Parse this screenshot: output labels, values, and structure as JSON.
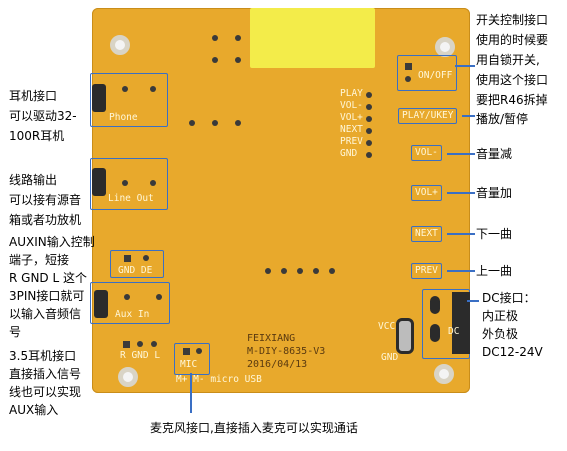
{
  "left": {
    "phone_note": [
      "耳机接口",
      "可以驱动32-",
      "100R耳机"
    ],
    "line_note": [
      "线路输出",
      "可以接有源音",
      "箱或者功放机"
    ],
    "aux_note": [
      "AUXIN输入控制",
      "端子，短接",
      "R GND L 这个",
      "3PIN接口就可",
      "以输入音频信",
      "号"
    ],
    "jack_note": [
      "3.5耳机接口",
      "直接插入信号",
      "线也可以实现",
      "AUX输入"
    ]
  },
  "right": {
    "onoff_note": [
      "开关控制接口",
      "使用的时候要",
      "用自锁开关,",
      "使用这个接口",
      "要把R46拆掉"
    ],
    "play_note": "播放/暂停",
    "vol_minus_note": "音量减",
    "vol_plus_note": "音量加",
    "next_note": "下一曲",
    "prev_note": "上一曲",
    "dc_note": [
      "DC接口：",
      "内正极",
      "外负极",
      "DC12-24V"
    ]
  },
  "bottom_note": "麦克风接口,直接插入麦克可以实现通话",
  "board": {
    "phone": "Phone",
    "line_out": "Line Out",
    "gnd_de": "GND DE",
    "aux_in": "Aux In",
    "rgndl": "R GND L",
    "mic": "MIC",
    "usb": "M+ M- micro USB",
    "feixiang": "FEIXIANG",
    "model": "M-DIY-8635-V3",
    "date": "2016/04/13",
    "vcc": "VCC",
    "gnd": "GND",
    "dc": "DC",
    "on_off": "ON/OFF",
    "play_unkey": "PLAY/UKEY",
    "vol_minus": "VOL-",
    "vol_plus": "VOL+",
    "next": "NEXT",
    "prev": "PREV",
    "pin_labels": [
      "PLAY",
      "VOL-",
      "VOL+",
      "NEXT",
      "PREV",
      "GND"
    ]
  }
}
